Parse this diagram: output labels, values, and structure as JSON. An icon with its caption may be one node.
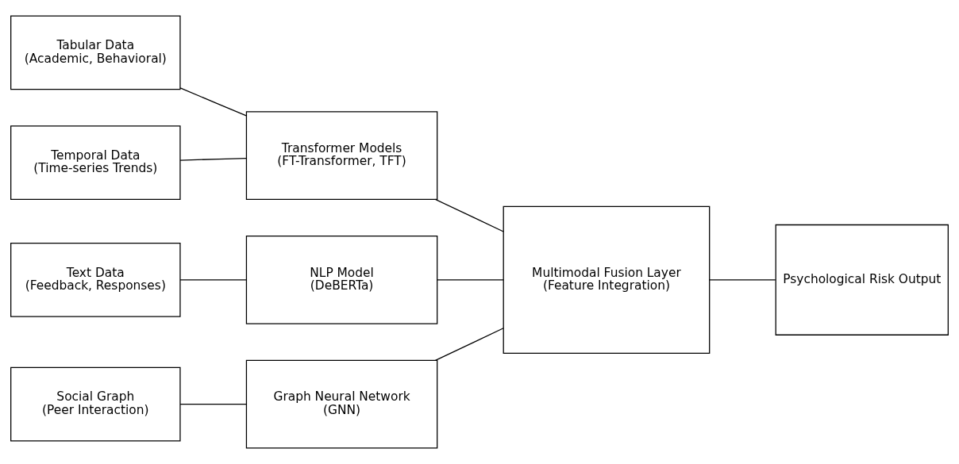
{
  "diagram": {
    "nodes": [
      {
        "text": [
          "Tabular Data",
          "(Academic, Behavioral)"
        ]
      },
      {
        "text": [
          "Temporal Data",
          "(Time-series Trends)"
        ]
      },
      {
        "text": [
          "Text Data",
          "(Feedback, Responses)"
        ]
      },
      {
        "text": [
          "Social Graph",
          "(Peer Interaction)"
        ]
      },
      {
        "text": [
          "Transformer Models",
          "(FT-Transformer, TFT)"
        ]
      },
      {
        "text": [
          "NLP Model",
          "(DeBERTa)"
        ]
      },
      {
        "text": [
          "Graph Neural Network",
          "(GNN)"
        ]
      },
      {
        "text": [
          "Multimodal Fusion Layer",
          "(Feature Integration)"
        ]
      },
      {
        "text": [
          "Psychological Risk Output"
        ]
      }
    ],
    "edges": [
      {
        "from": 0,
        "to": 4,
        "arrow": "none"
      },
      {
        "from": 1,
        "to": 4,
        "arrow": "none"
      },
      {
        "from": 2,
        "to": 5,
        "arrow": "none"
      },
      {
        "from": 3,
        "to": 6,
        "arrow": "none"
      },
      {
        "from": 4,
        "to": 7,
        "arrow": "none"
      },
      {
        "from": 5,
        "to": 7,
        "arrow": "none"
      },
      {
        "from": 6,
        "to": 7,
        "arrow": "none"
      },
      {
        "from": 7,
        "to": 8,
        "arrow": "none"
      }
    ]
  }
}
